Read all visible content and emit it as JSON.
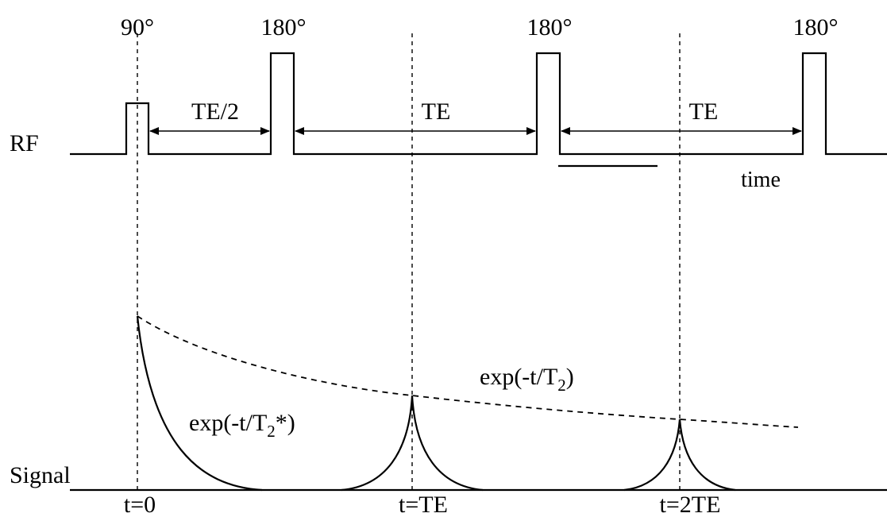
{
  "rf": {
    "row_label": "RF",
    "pulses": [
      {
        "angle_label": "90°"
      },
      {
        "angle_label": "180°"
      },
      {
        "angle_label": "180°"
      },
      {
        "angle_label": "180°"
      }
    ],
    "intervals": [
      {
        "label": "TE/2"
      },
      {
        "label": "TE"
      },
      {
        "label": "TE"
      }
    ],
    "time_label": "time"
  },
  "signal": {
    "row_label": "Signal",
    "t2star_curve": {
      "base": "exp(-t/T",
      "subscript": "2",
      "suffix": "*)"
    },
    "t2_curve": {
      "base": "exp(-t/T",
      "subscript": "2",
      "suffix": ")"
    }
  },
  "time_markers": [
    {
      "label": "t=0"
    },
    {
      "label": "t=TE"
    },
    {
      "label": "t=2TE"
    }
  ]
}
